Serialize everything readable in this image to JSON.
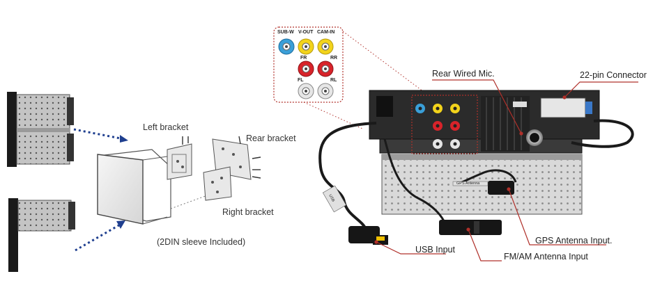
{
  "install": {
    "left_bracket": "Left bracket",
    "rear_bracket": "Rear bracket",
    "right_bracket": "Right bracket",
    "sleeve_note": "(2DIN sleeve Included)"
  },
  "rca_panel": {
    "row1": [
      "SUB-W",
      "V-OUT",
      "CAM-IN"
    ],
    "row2": [
      "FR",
      "RR"
    ],
    "row3": [
      "FL",
      "RL"
    ]
  },
  "connections": {
    "rear_mic": "Rear Wired Mic.",
    "connector_22pin": "22-pin Connector",
    "gps_input": "GPS Antenna Input.",
    "usb_input": "USB Input",
    "fmam_input": "FM/AM Antenna Input",
    "gps_tag": "GPS Antenna",
    "usb_tag": "USB"
  },
  "colors": {
    "callout_line": "#b0302a",
    "arrow_blue": "#1f3f8f",
    "jack_blue": "#3a9fd8",
    "jack_yellow": "#f2d31b",
    "jack_red": "#d8232a",
    "jack_white": "#e6e6e6"
  }
}
